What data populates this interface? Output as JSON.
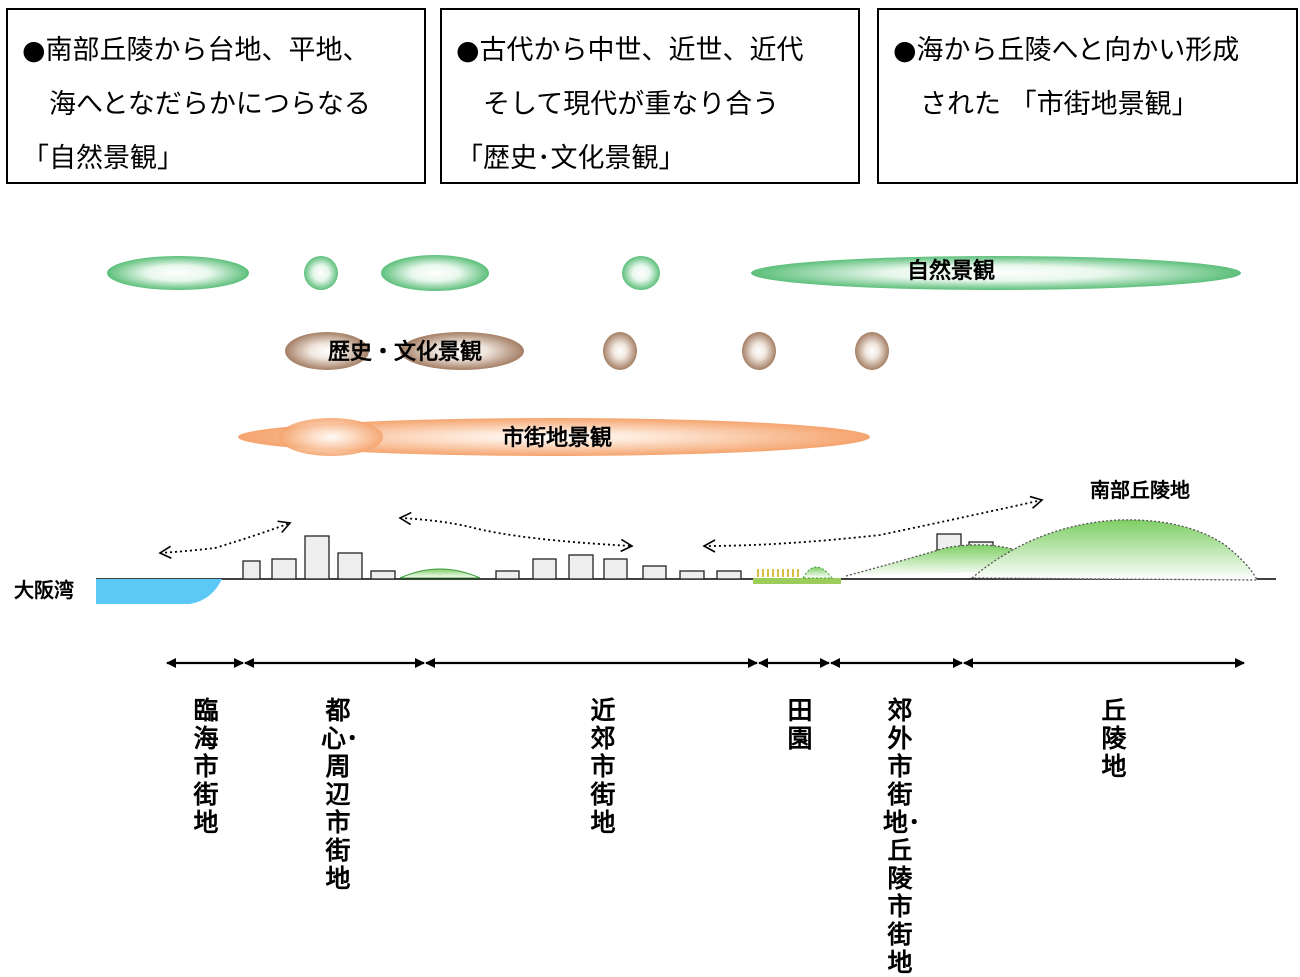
{
  "boxes": [
    {
      "text": "●南部丘陵から台地、平地、\n　海へとなだらかにつらなる\n「自然景観」"
    },
    {
      "text": "●古代から中世、近世、近代\n　そして現代が重なり合う\n「歴史･文化景観」"
    },
    {
      "text": "●海から丘陵へと向かい形成\n　された 「市街地景観」"
    }
  ],
  "layers": {
    "natural": "自然景観",
    "history": "歴史・文化景観",
    "urban": "市街地景観"
  },
  "places": {
    "osaka_bay": "大阪湾",
    "southern_hills": "南部丘陵地"
  },
  "zones": [
    "臨海市街地",
    "都心･周辺市街地",
    "近郊市街地",
    "田園",
    "郊外市街地･丘陵市街地",
    "丘陵地"
  ],
  "colors": {
    "natural": "#5cbf7a",
    "history": "#a47e64",
    "urban": "#f5a46e",
    "sea": "#5bc8f5",
    "hill": "#7dce63"
  }
}
